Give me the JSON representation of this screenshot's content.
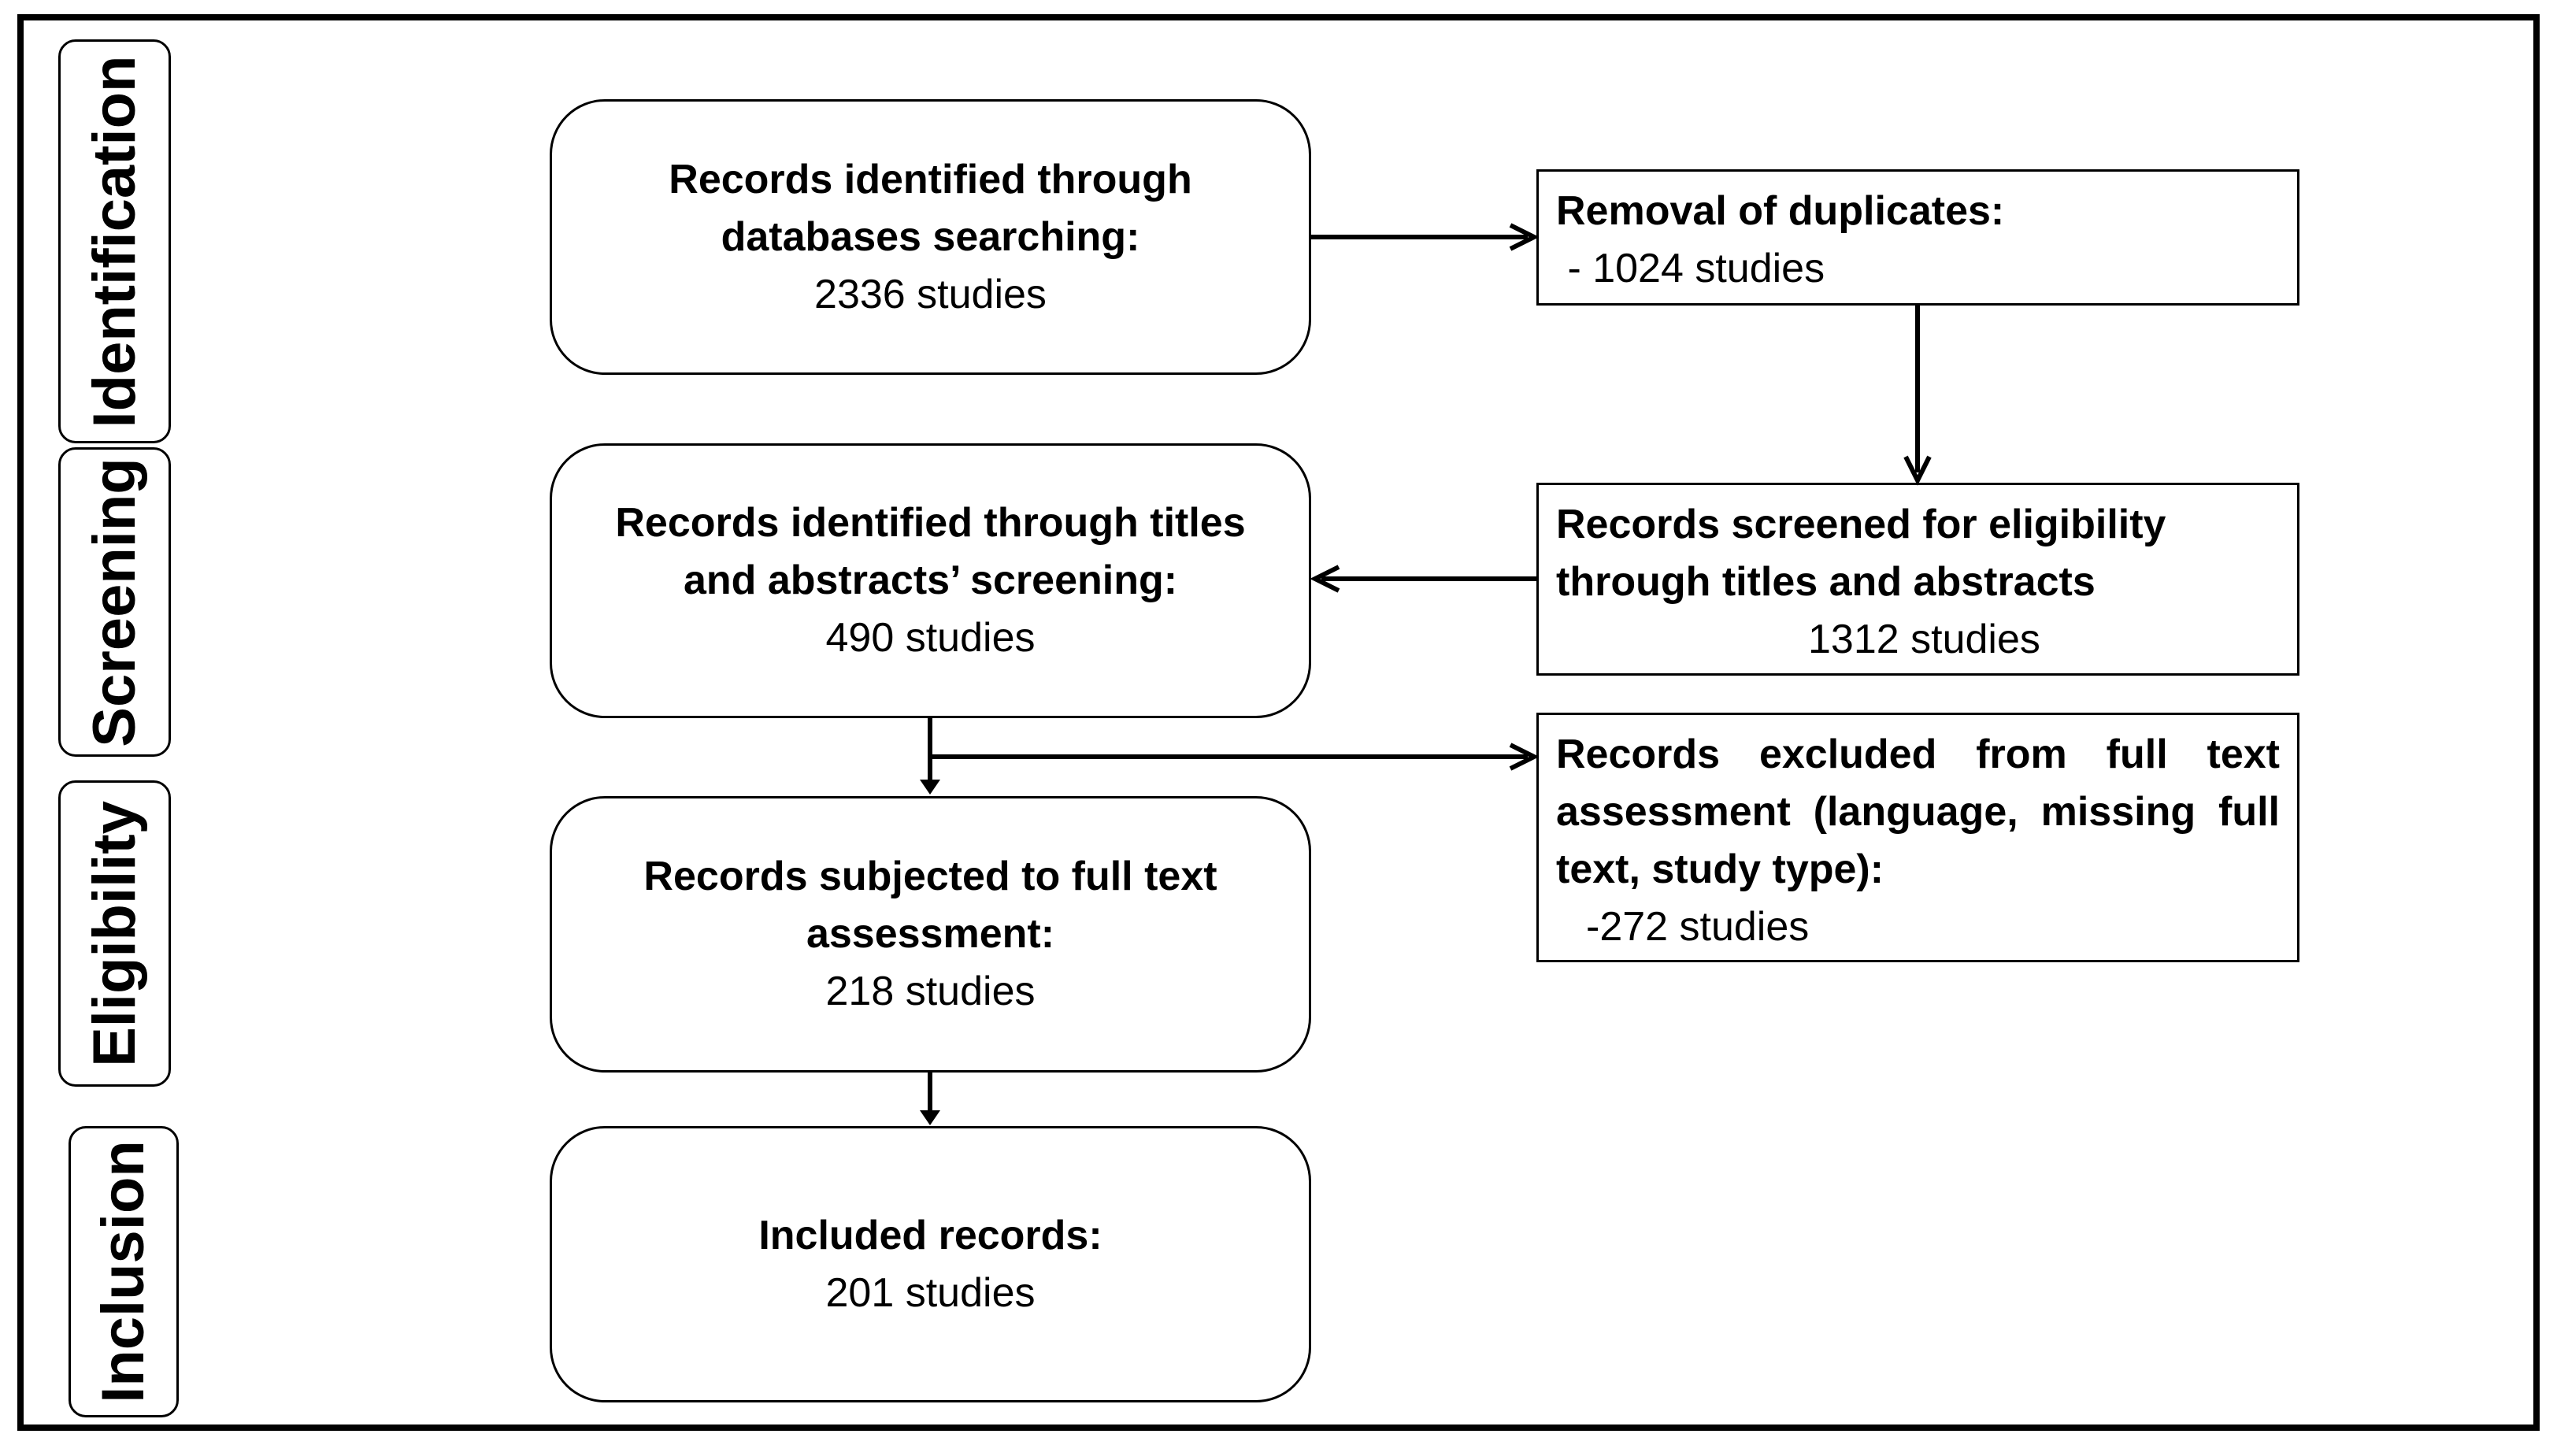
{
  "stages": {
    "identification": "Identification",
    "screening": "Screening",
    "eligibility": "Eligibility",
    "inclusion": "Inclusion"
  },
  "boxes": {
    "identified": {
      "title_line1": "Records identified through",
      "title_line2": "databases searching:",
      "count": "2336 studies"
    },
    "duplicates": {
      "title": "Removal of duplicates:",
      "count": " - 1024 studies"
    },
    "screened_titles": {
      "title_line1": "Records identified through titles",
      "title_line2": "and abstracts’ screening:",
      "count": "490 studies"
    },
    "screened_eligibility": {
      "title_line1": "Records screened for eligibility",
      "title_line2": "through titles and abstracts",
      "count": "1312 studies"
    },
    "excluded": {
      "title_line1": "Records excluded from full text",
      "title_line2": "assessment (language, missing full",
      "title_line3": "text, study type):",
      "count": "-272 studies"
    },
    "full_text": {
      "title_line1": "Records subjected to full text",
      "title_line2": "assessment:",
      "count": "218 studies"
    },
    "included": {
      "title": "Included records:",
      "count": "201 studies"
    }
  }
}
